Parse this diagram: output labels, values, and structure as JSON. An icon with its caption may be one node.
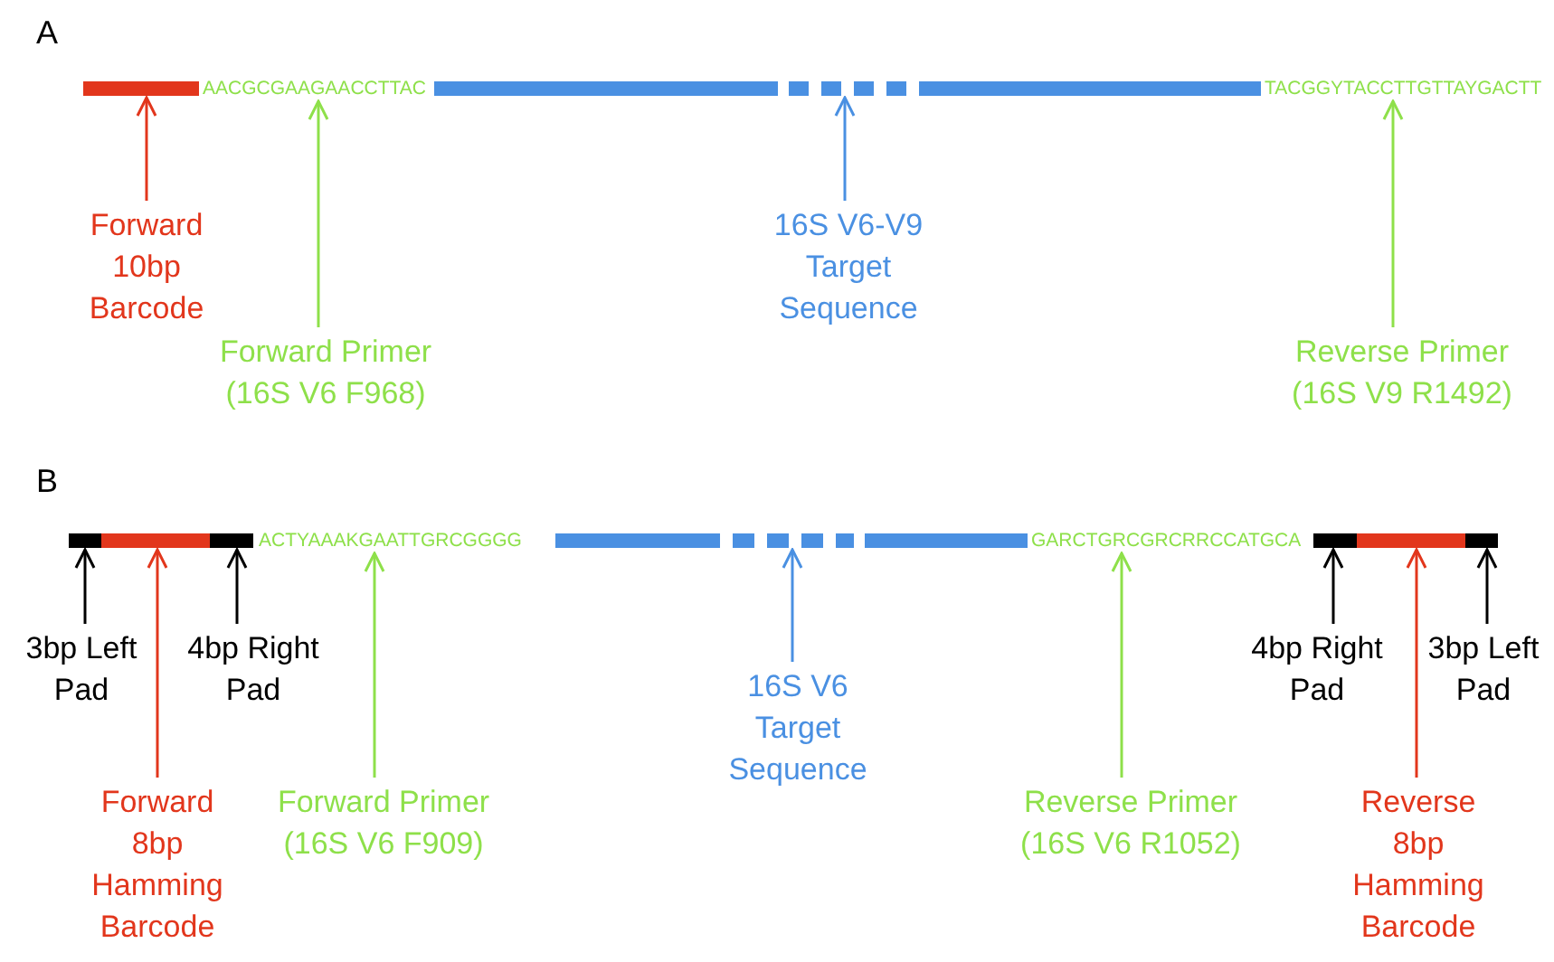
{
  "diagram": {
    "nodes": [
      {
        "text": [],
        "shape": "bar"
      },
      {
        "text": [
          "AACGCGAAGAACCTTAC"
        ]
      },
      {
        "text": [],
        "shape": "bar"
      },
      {
        "text": [
          "TACGGYTACCTTGTTAYGACTT"
        ]
      },
      {
        "text": [
          "Forward 10bp Barcode"
        ]
      },
      {
        "text": [
          "Forward Primer (16S V6 F968)"
        ]
      },
      {
        "text": [
          "16S V6-V9 Target Sequence"
        ]
      },
      {
        "text": [
          "Reverse Primer (16S V9 R1492)"
        ]
      },
      {
        "text": [],
        "shape": "bar"
      },
      {
        "text": [],
        "shape": "bar"
      },
      {
        "text": [],
        "shape": "bar"
      },
      {
        "text": [
          "ACTYAAAKGAATTGRCGGGG"
        ]
      },
      {
        "text": [],
        "shape": "bar"
      },
      {
        "text": [
          "GARCTGRCGRCRRCCATGCA"
        ]
      },
      {
        "text": [],
        "shape": "bar"
      },
      {
        "text": [],
        "shape": "bar"
      },
      {
        "text": [],
        "shape": "bar"
      },
      {
        "text": [
          "3bp Left Pad"
        ]
      },
      {
        "text": [
          "4bp Right Pad"
        ]
      },
      {
        "text": [
          "Forward 8bp Hamming Barcode"
        ]
      },
      {
        "text": [
          "Forward Primer (16S V6 F909)"
        ]
      },
      {
        "text": [
          "16S V6 Target Sequence"
        ]
      },
      {
        "text": [
          "Reverse Primer (16S V6 R1052)"
        ]
      },
      {
        "text": [
          "4bp Right Pad"
        ]
      },
      {
        "text": [
          "Reverse 8bp Hamming Barcode"
        ]
      },
      {
        "text": [
          "3bp Left Pad"
        ]
      }
    ],
    "edges": [
      {
        "from": 4,
        "to": 0,
        "arrow": "to",
        "color": "#e2361c"
      },
      {
        "from": 5,
        "to": 1,
        "arrow": "to",
        "color": "#8ee04a"
      },
      {
        "from": 6,
        "to": 2,
        "arrow": "to",
        "color": "#4a90e2"
      },
      {
        "from": 7,
        "to": 3,
        "arrow": "to",
        "color": "#8ee04a"
      },
      {
        "from": 17,
        "to": 8,
        "arrow": "to",
        "color": "#000000"
      },
      {
        "from": 19,
        "to": 9,
        "arrow": "to",
        "color": "#e2361c"
      },
      {
        "from": 18,
        "to": 10,
        "arrow": "to",
        "color": "#000000"
      },
      {
        "from": 20,
        "to": 11,
        "arrow": "to",
        "color": "#8ee04a"
      },
      {
        "from": 21,
        "to": 12,
        "arrow": "to",
        "color": "#4a90e2"
      },
      {
        "from": 22,
        "to": 13,
        "arrow": "to",
        "color": "#8ee04a"
      },
      {
        "from": 23,
        "to": 14,
        "arrow": "to",
        "color": "#000000"
      },
      {
        "from": 24,
        "to": 15,
        "arrow": "to",
        "color": "#e2361c"
      },
      {
        "from": 25,
        "to": 16,
        "arrow": "to",
        "color": "#000000"
      }
    ],
    "labels": [
      "A",
      "B"
    ]
  }
}
